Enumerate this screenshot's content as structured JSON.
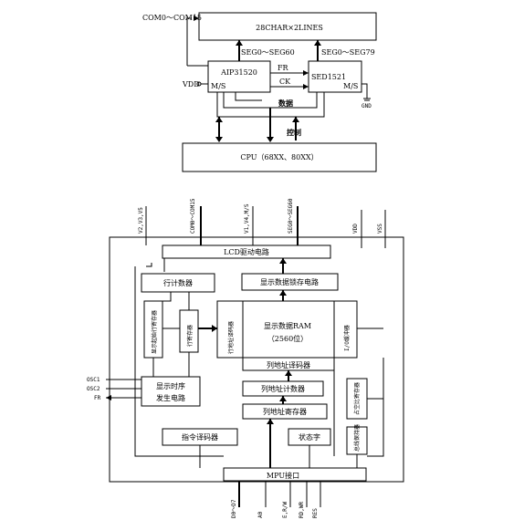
{
  "top": {
    "display": "28CHAR×2LINES",
    "com": "COM0～COM15",
    "aip": "AIP31520",
    "sed": "SED1521",
    "seg_left": "SEG0～SEG60",
    "seg_right": "SEG0～SEG79",
    "fr": "FR",
    "ck": "CK",
    "ms_left": "M/S",
    "ms_right": "M/S",
    "vdd": "VDD",
    "gnd": "GND",
    "data": "数据",
    "control": "控制",
    "cpu": "CPU（68XX、80XX）"
  },
  "bottom": {
    "lcd_driver": "LCD驱动电路",
    "row_counter": "行计数器",
    "latch": "显示数据锁存电路",
    "start_reg": "显示起始行寄存器",
    "row_reg": "行寄存器",
    "row_decoder": "行地址译码器",
    "ram_line1": "显示数据RAM",
    "ram_line2": "（2560位）",
    "io_buffer": "I/O缓冲器",
    "col_decoder": "列地址译码器",
    "col_counter": "列地址计数器",
    "col_reg": "列地址寄存器",
    "timing_line1": "显示时序",
    "timing_line2": "发生电路",
    "duty_reg": "占空比寄存器",
    "bus_latch": "总线保持器",
    "inst_decoder": "指令译码器",
    "status": "状态字",
    "mpu": "MPU接口",
    "osc1": "OSC1",
    "osc2": "OSC2",
    "fr": "FR",
    "top_labels": [
      "V2,V3,V5",
      "COM0～COM15",
      "V1,V4,M/S",
      "SEG0～SEG60",
      "VDD",
      "VSS"
    ],
    "bottom_labels": [
      "D0～D7",
      "A0",
      "E,R/W",
      "RD,WR",
      "RES"
    ]
  }
}
